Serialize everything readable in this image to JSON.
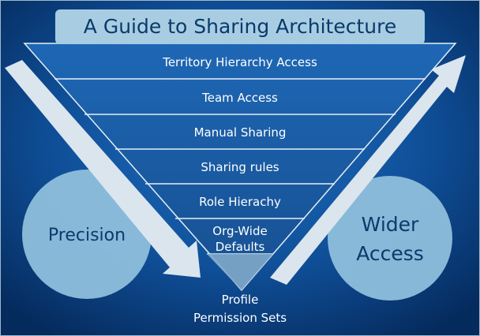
{
  "title": "A Guide to Sharing Architecture",
  "levels": [
    "Territory Hierarchy Access",
    "Team Access",
    "Manual Sharing",
    "Sharing rules",
    "Role Hierachy",
    [
      "Org-Wide",
      "Defaults"
    ]
  ],
  "base": [
    "Profile",
    "Permission Sets"
  ],
  "left_circle": "Precision",
  "right_circle": [
    "Wider",
    "Access"
  ],
  "colors": {
    "bg_center": "#1a64b4",
    "bg_edge": "#062e63",
    "title_box": "#a9cde3",
    "title_text": "#0b3a6b",
    "arrow": "#d7e3ec",
    "circle": "#8cbcd9",
    "circle_text": "#0b3a6b"
  }
}
